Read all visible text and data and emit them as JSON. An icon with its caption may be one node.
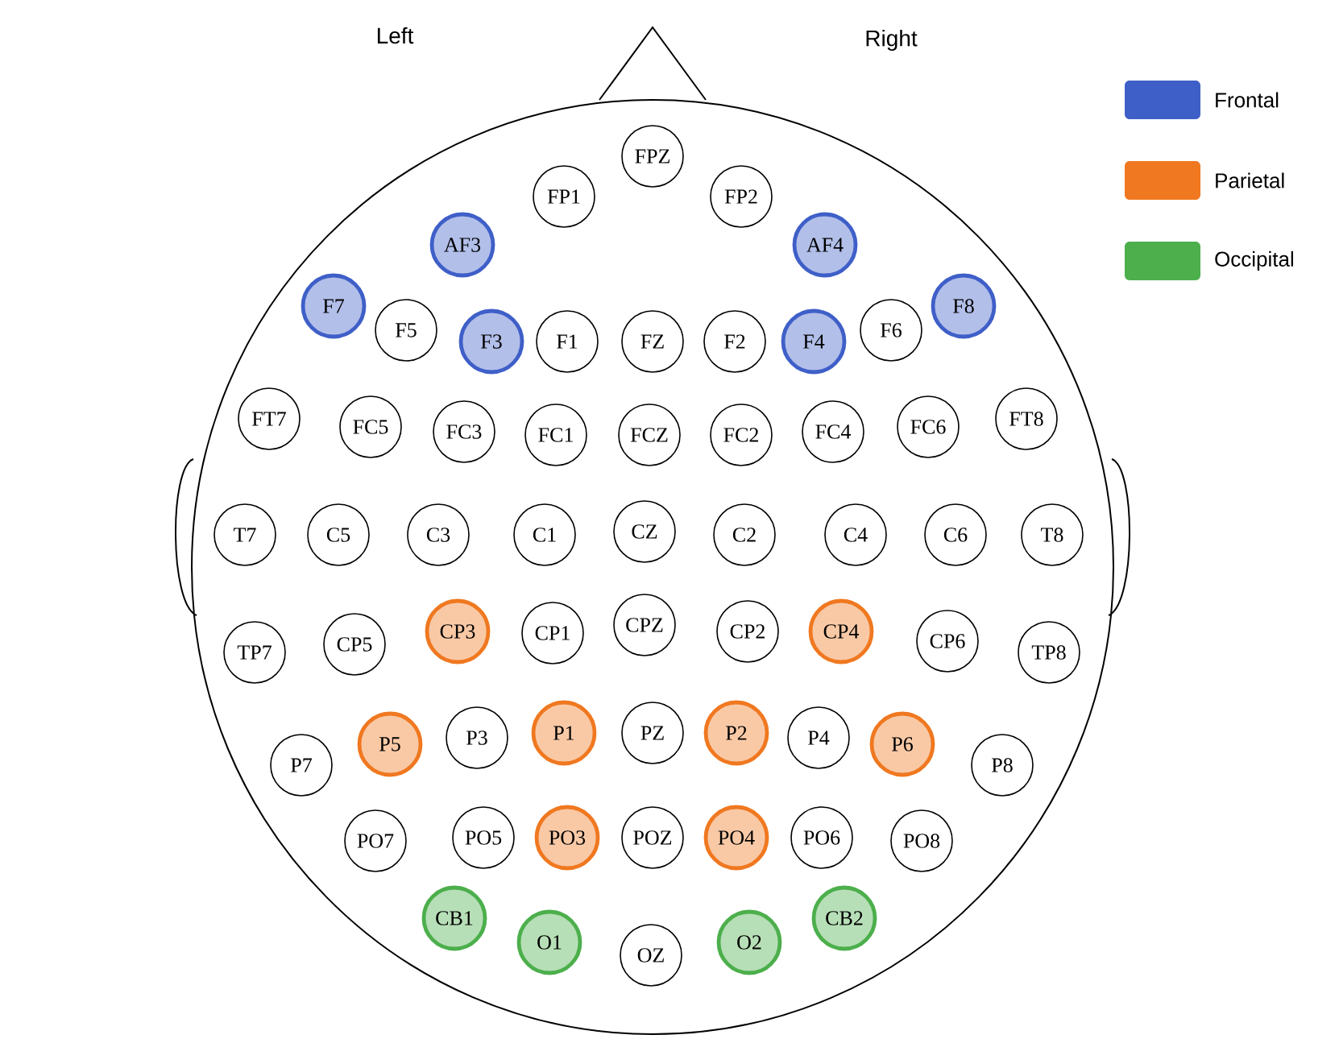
{
  "diagram": {
    "nodes": [
      {
        "text": [
          "FP1"
        ]
      },
      {
        "text": [
          "FPZ"
        ]
      },
      {
        "text": [
          "FP2"
        ]
      },
      {
        "text": [
          "AF3"
        ]
      },
      {
        "text": [
          "AF4"
        ]
      },
      {
        "text": [
          "F7"
        ]
      },
      {
        "text": [
          "F5"
        ]
      },
      {
        "text": [
          "F3"
        ]
      },
      {
        "text": [
          "F1"
        ]
      },
      {
        "text": [
          "FZ"
        ]
      },
      {
        "text": [
          "F2"
        ]
      },
      {
        "text": [
          "F4"
        ]
      },
      {
        "text": [
          "F6"
        ]
      },
      {
        "text": [
          "F8"
        ]
      },
      {
        "text": [
          "FT7"
        ]
      },
      {
        "text": [
          "FC5"
        ]
      },
      {
        "text": [
          "FC3"
        ]
      },
      {
        "text": [
          "FC1"
        ]
      },
      {
        "text": [
          "FCZ"
        ]
      },
      {
        "text": [
          "FC2"
        ]
      },
      {
        "text": [
          "FC4"
        ]
      },
      {
        "text": [
          "FC6"
        ]
      },
      {
        "text": [
          "FT8"
        ]
      },
      {
        "text": [
          "T7"
        ]
      },
      {
        "text": [
          "C5"
        ]
      },
      {
        "text": [
          "C3"
        ]
      },
      {
        "text": [
          "C1"
        ]
      },
      {
        "text": [
          "CZ"
        ]
      },
      {
        "text": [
          "C2"
        ]
      },
      {
        "text": [
          "C4"
        ]
      },
      {
        "text": [
          "C6"
        ]
      },
      {
        "text": [
          "T8"
        ]
      },
      {
        "text": [
          "TP7"
        ]
      },
      {
        "text": [
          "CP5"
        ]
      },
      {
        "text": [
          "CP3"
        ]
      },
      {
        "text": [
          "CP1"
        ]
      },
      {
        "text": [
          "CPZ"
        ]
      },
      {
        "text": [
          "CP2"
        ]
      },
      {
        "text": [
          "CP4"
        ]
      },
      {
        "text": [
          "CP6"
        ]
      },
      {
        "text": [
          "TP8"
        ]
      },
      {
        "text": [
          "P7"
        ]
      },
      {
        "text": [
          "P5"
        ]
      },
      {
        "text": [
          "P3"
        ]
      },
      {
        "text": [
          "P1"
        ]
      },
      {
        "text": [
          "PZ"
        ]
      },
      {
        "text": [
          "P2"
        ]
      },
      {
        "text": [
          "P4"
        ]
      },
      {
        "text": [
          "P6"
        ]
      },
      {
        "text": [
          "P8"
        ]
      },
      {
        "text": [
          "PO7"
        ]
      },
      {
        "text": [
          "PO5"
        ]
      },
      {
        "text": [
          "PO3"
        ]
      },
      {
        "text": [
          "POZ"
        ]
      },
      {
        "text": [
          "PO4"
        ]
      },
      {
        "text": [
          "PO6"
        ]
      },
      {
        "text": [
          "PO8"
        ]
      },
      {
        "text": [
          "CB1"
        ]
      },
      {
        "text": [
          "O1"
        ]
      },
      {
        "text": [
          "OZ"
        ]
      },
      {
        "text": [
          "O2"
        ]
      },
      {
        "text": [
          "CB2"
        ]
      }
    ],
    "labels": [
      "Left",
      "Right"
    ],
    "legend": [
      {
        "text": "Frontal",
        "color": "#3f5fc8"
      },
      {
        "text": "Parietal",
        "color": "#f07820"
      },
      {
        "text": "Occipital",
        "color": "#4caf4c"
      }
    ]
  }
}
